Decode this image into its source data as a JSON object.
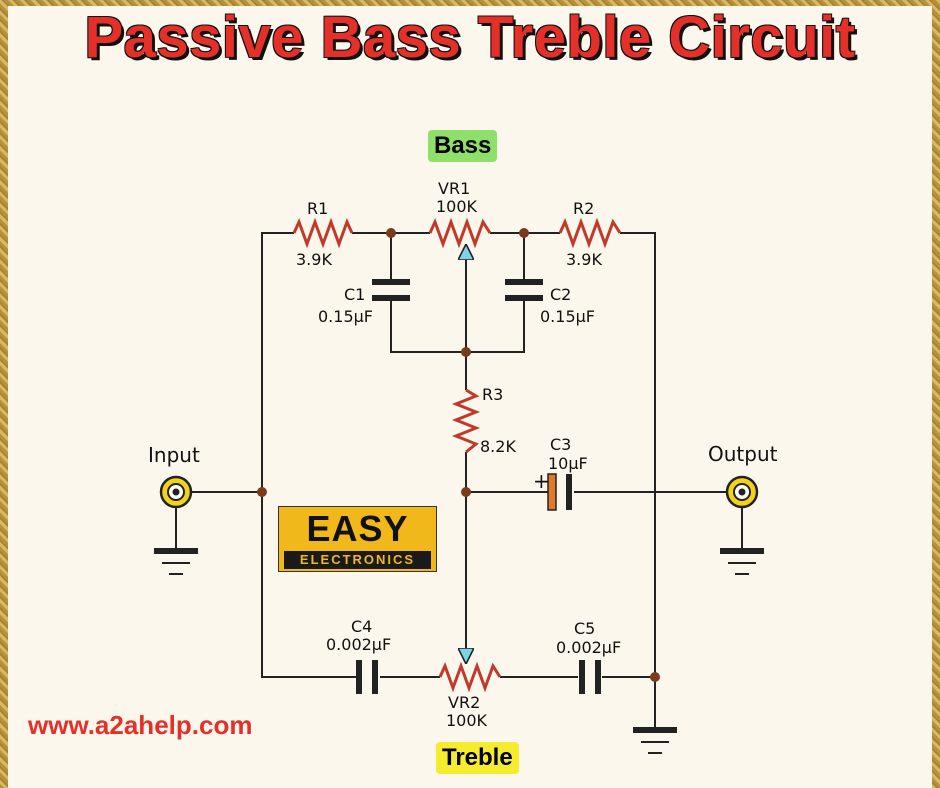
{
  "title": "Passive Bass Treble Circuit",
  "labels": {
    "bass": "Bass",
    "treble": "Treble",
    "input": "Input",
    "output": "Output",
    "website": "www.a2ahelp.com"
  },
  "logo": {
    "line1": "EASY",
    "line2": "ELECTRONICS"
  },
  "components": {
    "r1": {
      "name": "R1",
      "value": "3.9K"
    },
    "r2": {
      "name": "R2",
      "value": "3.9K"
    },
    "r3": {
      "name": "R3",
      "value": "8.2K"
    },
    "vr1": {
      "name": "VR1",
      "value": "100K"
    },
    "vr2": {
      "name": "VR2",
      "value": "100K"
    },
    "c1": {
      "name": "C1",
      "value": "0.15µF"
    },
    "c2": {
      "name": "C2",
      "value": "0.15µF"
    },
    "c3": {
      "name": "C3",
      "value": "10µF"
    },
    "c4": {
      "name": "C4",
      "value": "0.002µF"
    },
    "c5": {
      "name": "C5",
      "value": "0.002µF"
    },
    "c3_polarity": "+"
  },
  "colors": {
    "title": "#e5302a",
    "resistor": "#c0392b",
    "bass_tag": "#8ee06a",
    "treble_tag": "#f5ec2e",
    "logo": "#f1b81b",
    "electrolytic": "#e07a2a",
    "jack": "#f2d21a"
  }
}
